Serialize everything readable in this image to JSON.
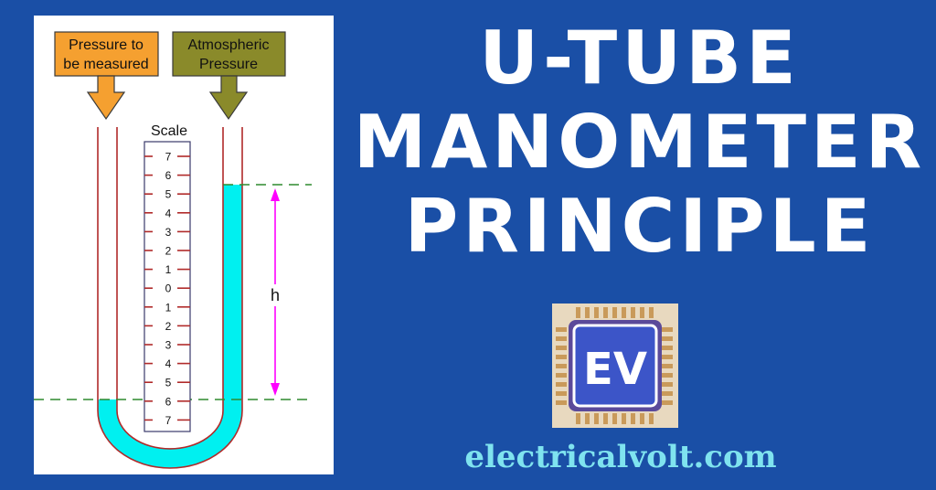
{
  "labels": {
    "pressure_measured_line1": "Pressure to",
    "pressure_measured_line2": "be measured",
    "atmospheric_line1": "Atmospheric",
    "atmospheric_line2": "Pressure",
    "scale_title": "Scale",
    "height_label": "h"
  },
  "scale": {
    "ticks": [
      "7",
      "6",
      "5",
      "4",
      "3",
      "2",
      "1",
      "0",
      "1",
      "2",
      "3",
      "4",
      "5",
      "6",
      "7"
    ]
  },
  "title": {
    "line1": "U-TUBE",
    "line2": "MANOMETER",
    "line3": "PRINCIPLE"
  },
  "logo": {
    "text": "EV"
  },
  "footer": {
    "website": "electricalvolt.com"
  },
  "colors": {
    "background": "#1a4fa6",
    "fluid": "#00f0f0",
    "tube": "#b02a2a",
    "measured_box": "#f5a030",
    "atmospheric_box": "#8a8a2a",
    "level_line": "#2f8a2f",
    "height_arrow": "#ff00ff",
    "website": "#7fe3ef"
  }
}
